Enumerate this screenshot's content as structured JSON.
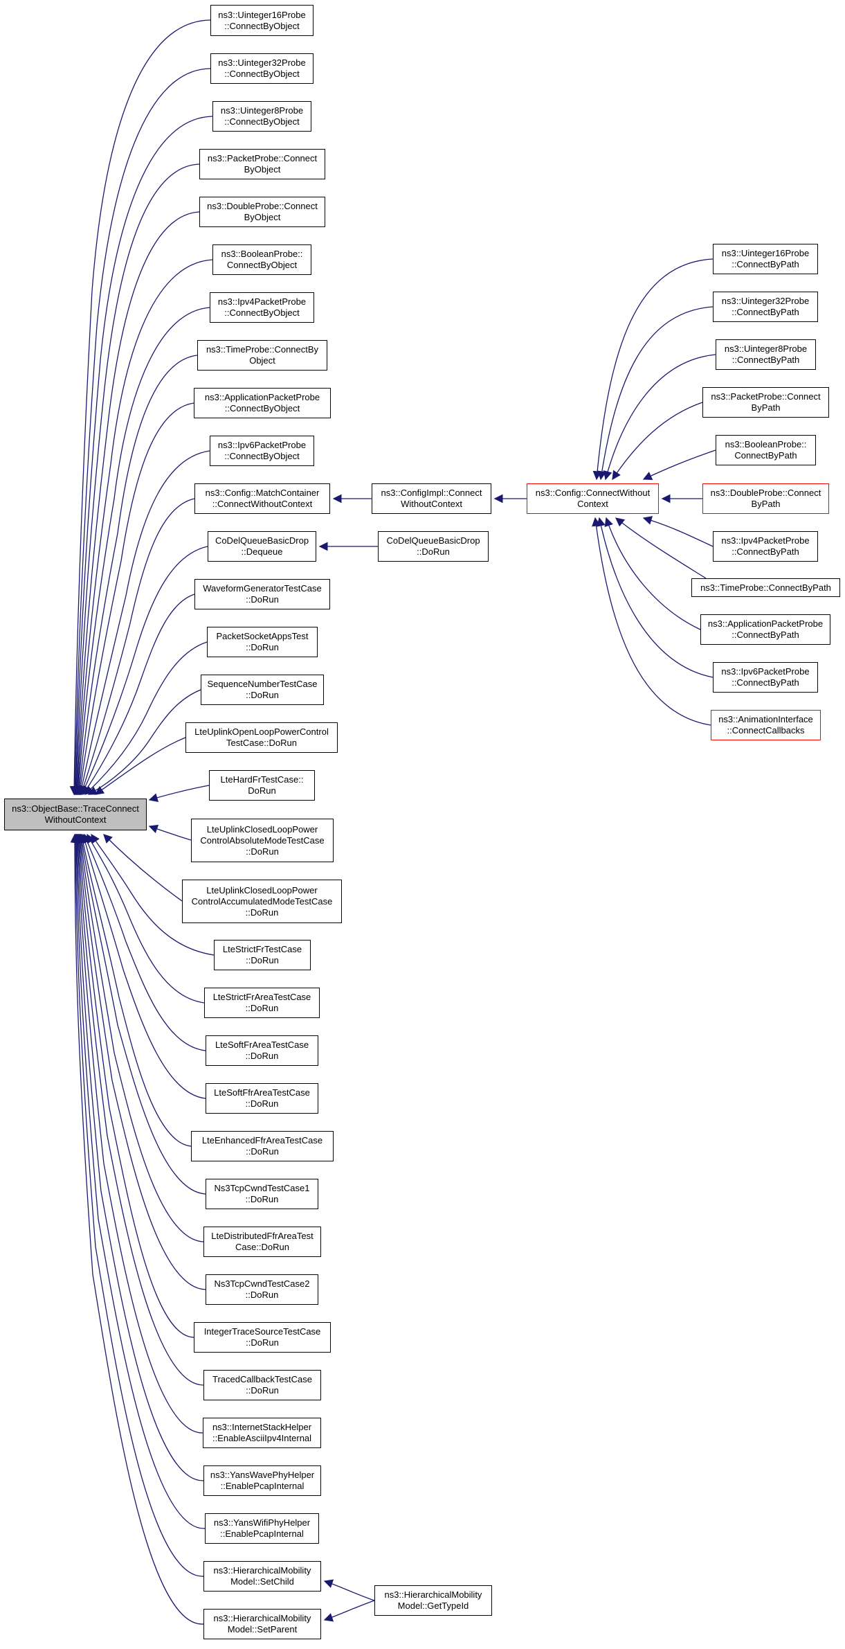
{
  "colors": {
    "edge": "#191970",
    "root_fill": "#bfbfbf",
    "border": "#000000",
    "truncated_border": "#ff0000"
  },
  "nodes": {
    "root": "ns3::ObjectBase::TraceConnect\nWithoutContext",
    "u16obj": "ns3::Uinteger16Probe\n::ConnectByObject",
    "u32obj": "ns3::Uinteger32Probe\n::ConnectByObject",
    "u8obj": "ns3::Uinteger8Probe\n::ConnectByObject",
    "pktobj": "ns3::PacketProbe::Connect\nByObject",
    "dblobj": "ns3::DoubleProbe::Connect\nByObject",
    "boolobj": "ns3::BooleanProbe::\nConnectByObject",
    "ipv4obj": "ns3::Ipv4PacketProbe\n::ConnectByObject",
    "timeobj": "ns3::TimeProbe::ConnectBy\nObject",
    "appobj": "ns3::ApplicationPacketProbe\n::ConnectByObject",
    "ipv6obj": "ns3::Ipv6PacketProbe\n::ConnectByObject",
    "match": "ns3::Config::MatchContainer\n::ConnectWithoutContext",
    "codeldeq": "CoDelQueueBasicDrop\n::Dequeue",
    "waveform": "WaveformGeneratorTestCase\n::DoRun",
    "pktsock": "PacketSocketAppsTest\n::DoRun",
    "seqnum": "SequenceNumberTestCase\n::DoRun",
    "lteopen": "LteUplinkOpenLoopPowerControl\nTestCase::DoRun",
    "ltehard": "LteHardFrTestCase::\nDoRun",
    "lteclosedabs": "LteUplinkClosedLoopPower\nControlAbsoluteModeTestCase\n::DoRun",
    "lteclosedacc": "LteUplinkClosedLoopPower\nControlAccumulatedModeTestCase\n::DoRun",
    "ltestrict": "LteStrictFrTestCase\n::DoRun",
    "ltestrictarea": "LteStrictFrAreaTestCase\n::DoRun",
    "ltesoftfrarea": "LteSoftFrAreaTestCase\n::DoRun",
    "ltesoftffrarea": "LteSoftFfrAreaTestCase\n::DoRun",
    "lteenh": "LteEnhancedFfrAreaTestCase\n::DoRun",
    "ns3tcp1": "Ns3TcpCwndTestCase1\n::DoRun",
    "ltedist": "LteDistributedFfrAreaTest\nCase::DoRun",
    "ns3tcp2": "Ns3TcpCwndTestCase2\n::DoRun",
    "inttrace": "IntegerTraceSourceTestCase\n::DoRun",
    "tracedcb": "TracedCallbackTestCase\n::DoRun",
    "inetstack": "ns3::InternetStackHelper\n::EnableAsciiIpv4Internal",
    "yanswave": "ns3::YansWavePhyHelper\n::EnablePcapInternal",
    "yanswifi": "ns3::YansWifiPhyHelper\n::EnablePcapInternal",
    "hiersetchild": "ns3::HierarchicalMobility\nModel::SetChild",
    "hiersetparent": "ns3::HierarchicalMobility\nModel::SetParent",
    "configimpl": "ns3::ConfigImpl::Connect\nWithoutContext",
    "codeldorun": "CoDelQueueBasicDrop\n::DoRun",
    "hiergettype": "ns3::HierarchicalMobility\nModel::GetTypeId",
    "configconn": "ns3::Config::ConnectWithout\nContext",
    "u16path": "ns3::Uinteger16Probe\n::ConnectByPath",
    "u32path": "ns3::Uinteger32Probe\n::ConnectByPath",
    "u8path": "ns3::Uinteger8Probe\n::ConnectByPath",
    "pktpath": "ns3::PacketProbe::Connect\nByPath",
    "boolpath": "ns3::BooleanProbe::\nConnectByPath",
    "dblpath": "ns3::DoubleProbe::Connect\nByPath",
    "ipv4path": "ns3::Ipv4PacketProbe\n::ConnectByPath",
    "timepath": "ns3::TimeProbe::ConnectByPath",
    "apppath": "ns3::ApplicationPacketProbe\n::ConnectByPath",
    "ipv6path": "ns3::Ipv6PacketProbe\n::ConnectByPath",
    "animif": "ns3::AnimationInterface\n::ConnectCallbacks"
  }
}
